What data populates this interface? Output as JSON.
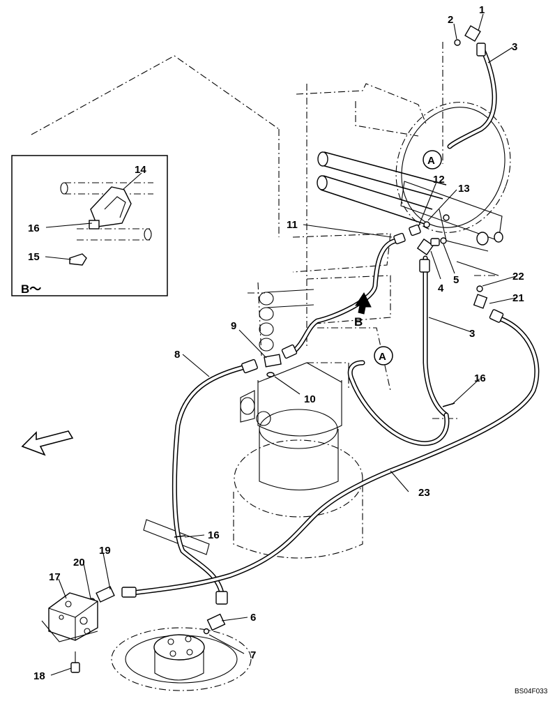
{
  "diagram": {
    "parts": [
      {
        "no": "1"
      },
      {
        "no": "2"
      },
      {
        "no": "3"
      },
      {
        "no": "4"
      },
      {
        "no": "5"
      },
      {
        "no": "6"
      },
      {
        "no": "7"
      },
      {
        "no": "8"
      },
      {
        "no": "9"
      },
      {
        "no": "10"
      },
      {
        "no": "11"
      },
      {
        "no": "12"
      },
      {
        "no": "13"
      },
      {
        "no": "14"
      },
      {
        "no": "15"
      },
      {
        "no": "16"
      },
      {
        "no": "17"
      },
      {
        "no": "18"
      },
      {
        "no": "19"
      },
      {
        "no": "20"
      },
      {
        "no": "21"
      },
      {
        "no": "22"
      },
      {
        "no": "23"
      }
    ],
    "callout_a": "A",
    "view_b_arrow_label": "B",
    "detail_b_caption": "B～",
    "drawing_code": "BS04F033"
  }
}
